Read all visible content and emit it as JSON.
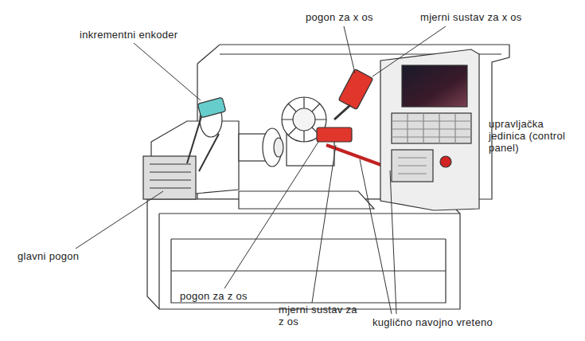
{
  "diagram": {
    "labels": [
      "inkrementni enkoder",
      "pogon za x os",
      "mjerni sustav za x os",
      "upravljačka jedinica (control panel)",
      "glavni pogon",
      "pogon za z os",
      "mjerni sustav za z os",
      "kuglično navojno vreteno"
    ]
  }
}
